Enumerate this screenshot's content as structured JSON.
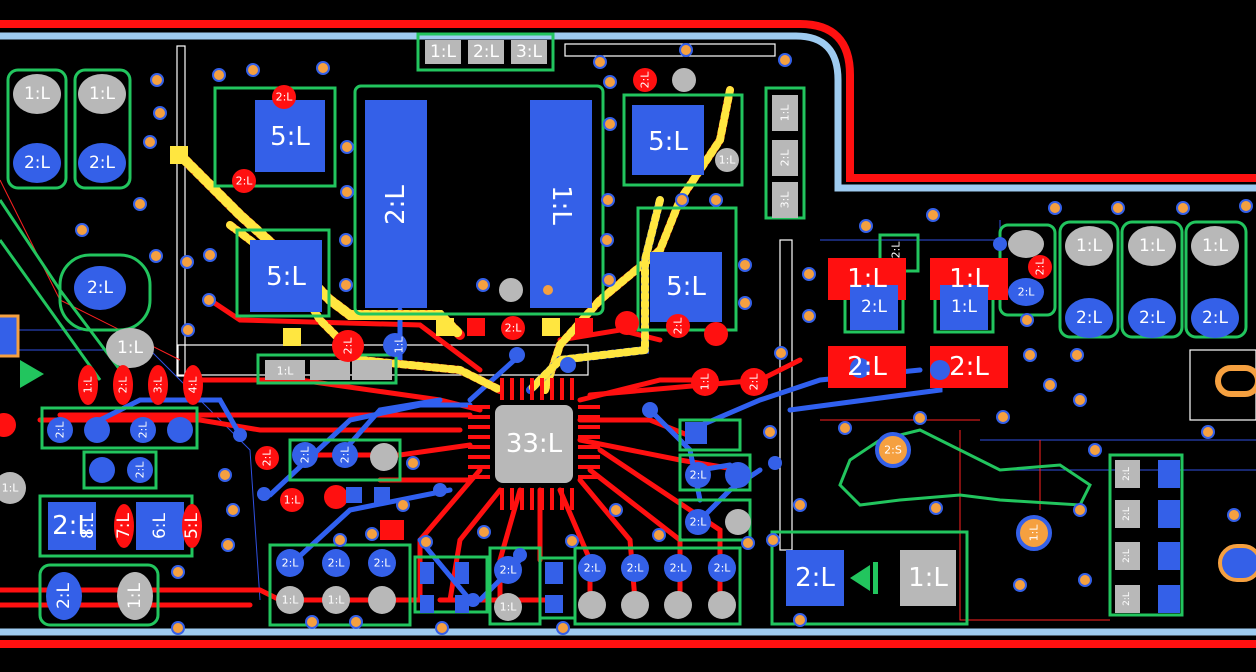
{
  "colors": {
    "background": "#000000",
    "top_copper": "#ff0000",
    "bottom_copper": "#3050e0",
    "silkscreen": "#22c55e",
    "outline": "#ffffff",
    "via": "#f5a040",
    "pad_gray": "#b8b8b8",
    "board_edge": "#9ecbf0"
  },
  "pads": {
    "u1": "33:L",
    "t1": "1:L",
    "t2": "2:L",
    "t3": "3:L",
    "cap_1": "1:L",
    "cap_2": "2:L",
    "reg_a": "5:L",
    "reg_b": "5:L",
    "reg_c": "5:L",
    "reg_d": "5:L",
    "big_2": "2:L",
    "big_1": "1:L",
    "col_1": "1:L",
    "col_2": "2:L",
    "col_3": "3:L",
    "r_1": "1:L",
    "r_2": "2:L",
    "r_3": "3:L",
    "r_4": "4:L",
    "r_5": "1:L",
    "r_6": "2:L",
    "r_7": "1:L",
    "r_8": "2:L",
    "mid_2": "2:L",
    "mid_1": "1:L",
    "mid_5": "5:L",
    "mid_8": "8:L",
    "mid_7": "7:L",
    "mid_6": "6:L",
    "round_1": "1:L",
    "round_2": "2:L",
    "osc_2": "2:S",
    "osc_1": "1:L",
    "diode_2": "2:L",
    "diode_1": "1:L",
    "hdr_1": "1:L",
    "hdr_2": "2:L"
  }
}
